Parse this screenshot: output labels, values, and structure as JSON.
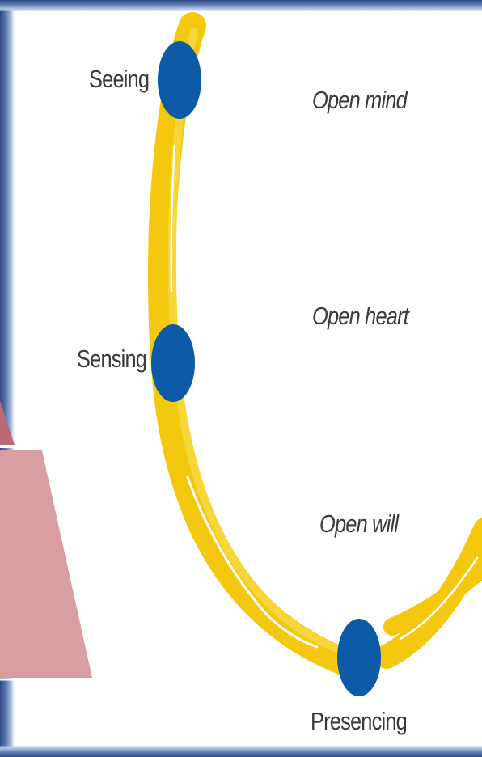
{
  "diagram": {
    "stages": {
      "seeing": "Seeing",
      "sensing": "Sensing",
      "presencing": "Presencing"
    },
    "openings": {
      "mind": "Open mind",
      "heart": "Open heart",
      "will": "Open will"
    }
  },
  "colors": {
    "curve": "#f3c80f",
    "node": "#0d5aa7",
    "triangle": "#d89ea2",
    "frame": "#2c4a86"
  }
}
